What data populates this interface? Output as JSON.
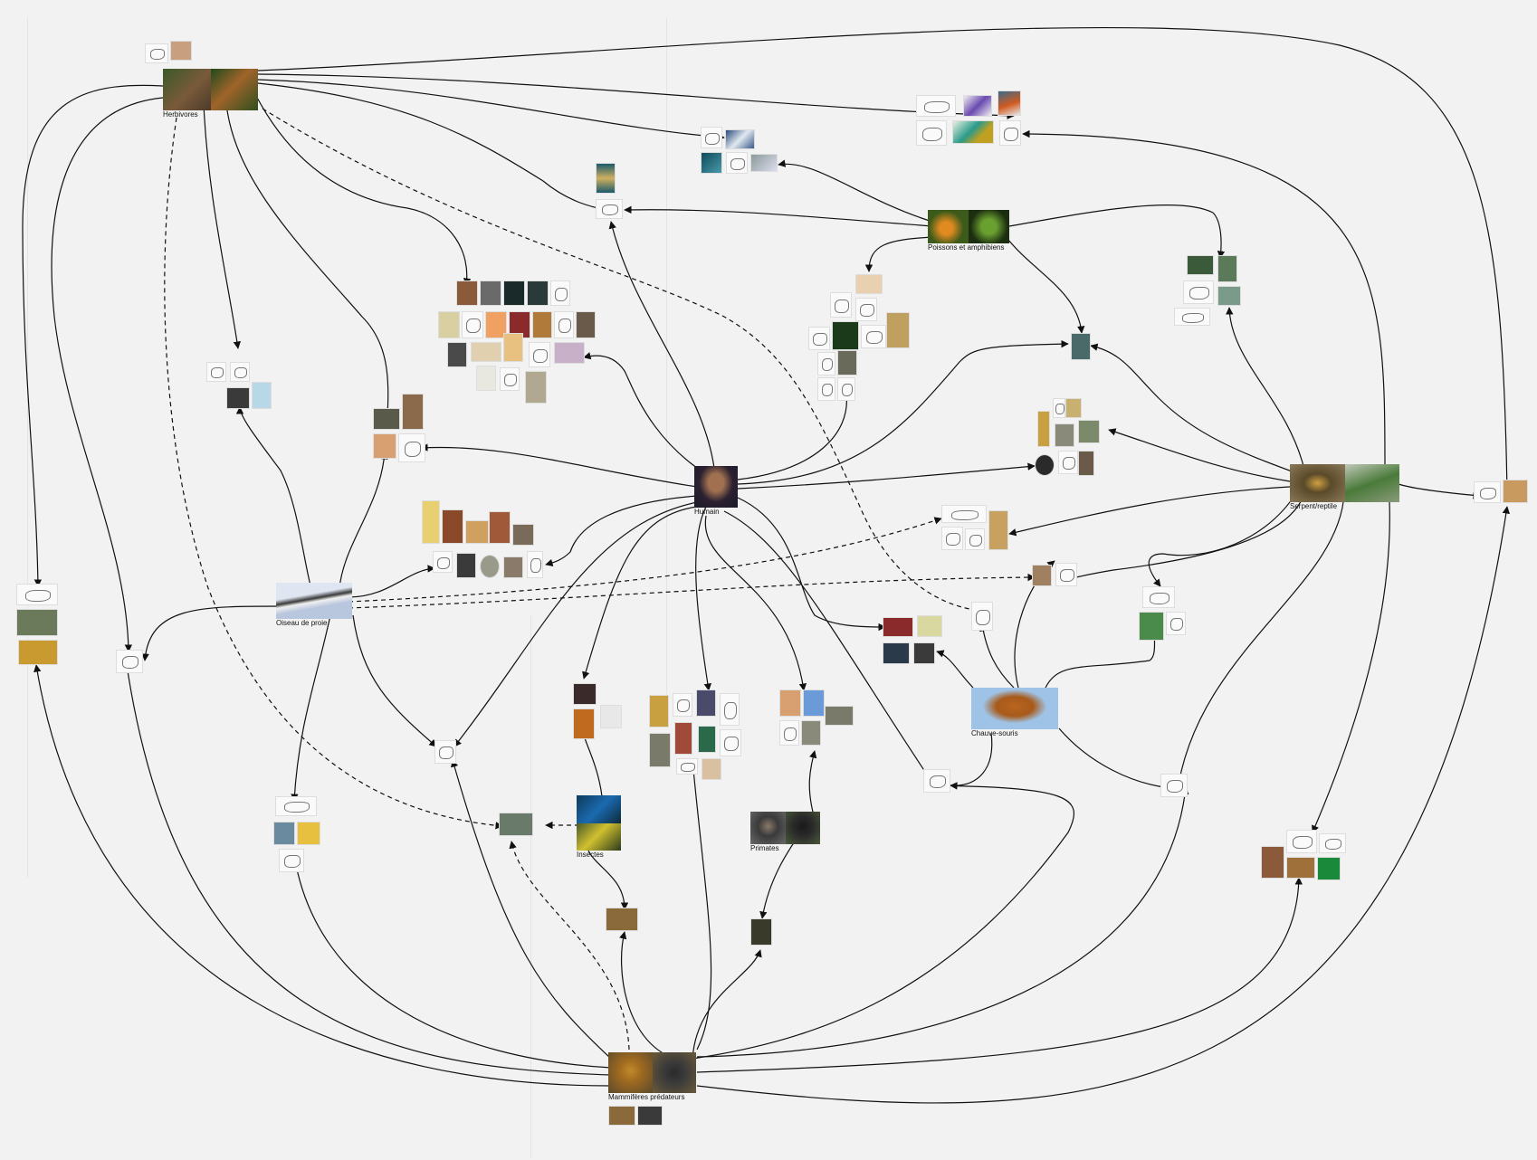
{
  "diagram": {
    "hubs": [
      {
        "id": "herbivores",
        "label": "Herbivores",
        "colors": [
          "#6b4a2e",
          "#2f5a24",
          "#8a5a2a"
        ]
      },
      {
        "id": "poissons",
        "label": "Poissons et amphibiens",
        "colors": [
          "#b99a2a",
          "#5e7d1e",
          "#2f4a18"
        ]
      },
      {
        "id": "humain",
        "label": "Humain",
        "colors": [
          "#2a2a3a",
          "#6b4a3a",
          "#1a1a2a"
        ]
      },
      {
        "id": "serpent",
        "label": "Serpent/reptile",
        "colors": [
          "#8a7a5a",
          "#4a6a3a",
          "#6a8a5a"
        ]
      },
      {
        "id": "oiseau",
        "label": "Oiseau de proie",
        "colors": [
          "#c8d4e8",
          "#4a4a4a",
          "#aab8d0"
        ]
      },
      {
        "id": "chauve",
        "label": "Chauve-souris",
        "colors": [
          "#a8c8e8",
          "#b06a3a",
          "#a8c8e8"
        ]
      },
      {
        "id": "insectes",
        "label": "Insectes",
        "colors": [
          "#1a5a9a",
          "#7a7a2a",
          "#2a4a2a"
        ]
      },
      {
        "id": "primates",
        "label": "Primates",
        "colors": [
          "#5a5a5a",
          "#2a2a2a",
          "#6a6a6a"
        ]
      },
      {
        "id": "mammiferes",
        "label": "Mammifères prédateurs",
        "colors": [
          "#b07a2a",
          "#3a3a2a",
          "#8a6a3a"
        ]
      }
    ]
  }
}
